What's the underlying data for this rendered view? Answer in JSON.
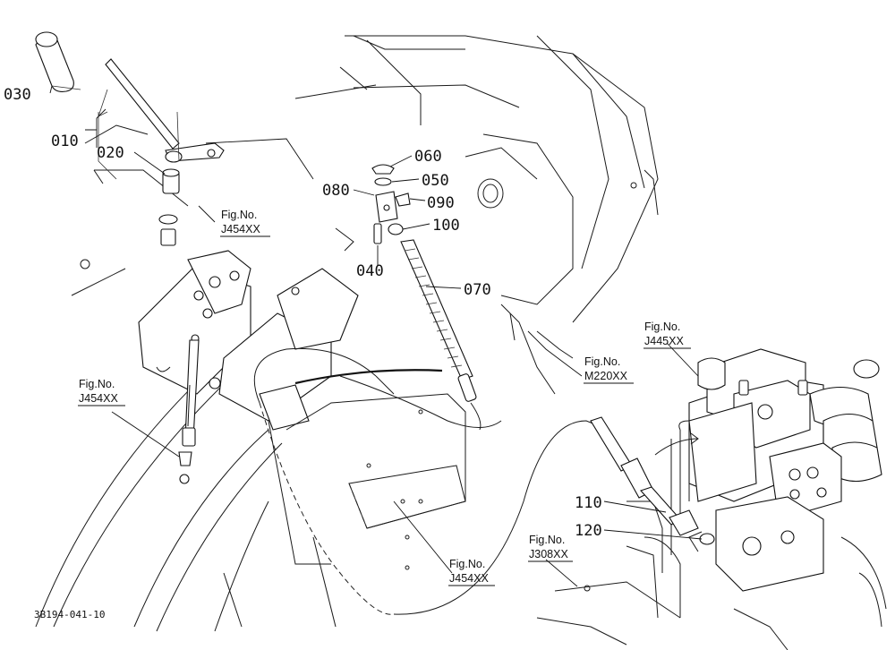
{
  "callouts": [
    {
      "id": "c030",
      "text": "030"
    },
    {
      "id": "c010",
      "text": "010"
    },
    {
      "id": "c020",
      "text": "020"
    },
    {
      "id": "c060",
      "text": "060"
    },
    {
      "id": "c050",
      "text": "050"
    },
    {
      "id": "c080",
      "text": "080"
    },
    {
      "id": "c090",
      "text": "090"
    },
    {
      "id": "c100",
      "text": "100"
    },
    {
      "id": "c040",
      "text": "040"
    },
    {
      "id": "c070",
      "text": "070"
    },
    {
      "id": "c110",
      "text": "110"
    },
    {
      "id": "c120",
      "text": "120"
    }
  ],
  "figure_refs": [
    {
      "id": "r1",
      "label": "Fig.No.",
      "number": "J454XX"
    },
    {
      "id": "r2",
      "label": "Fig.No.",
      "number": "J454XX"
    },
    {
      "id": "r3",
      "label": "Fig.No.",
      "number": "J445XX"
    },
    {
      "id": "r4",
      "label": "Fig.No.",
      "number": "M220XX"
    },
    {
      "id": "r5",
      "label": "Fig.No.",
      "number": "J454XX"
    },
    {
      "id": "r6",
      "label": "Fig.No.",
      "number": "J308XX"
    }
  ],
  "drawing_code": "3B194-041-10"
}
